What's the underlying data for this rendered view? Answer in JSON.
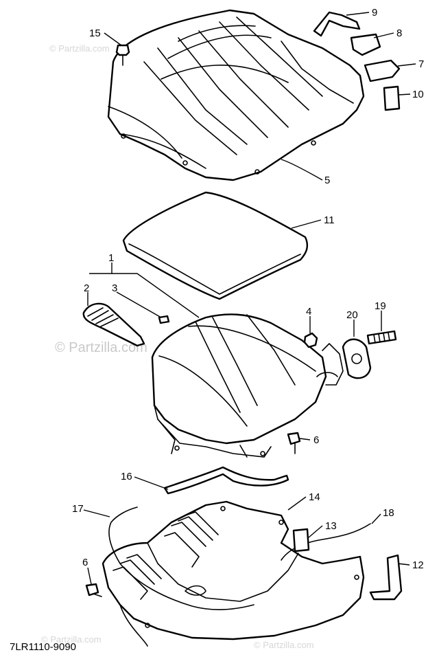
{
  "diagram": {
    "part_code": "7LR1110-9090",
    "watermark": "© Partzilla.com",
    "watermark_short": "© Partzilla.com",
    "callouts": {
      "c1": "1",
      "c2": "2",
      "c3": "3",
      "c4": "4",
      "c5": "5",
      "c6a": "6",
      "c6b": "6",
      "c7": "7",
      "c8": "8",
      "c9": "9",
      "c10": "10",
      "c11": "11",
      "c12": "12",
      "c13": "13",
      "c14": "14",
      "c15": "15",
      "c16": "16",
      "c17": "17",
      "c18": "18",
      "c19": "19",
      "c20": "20"
    }
  }
}
